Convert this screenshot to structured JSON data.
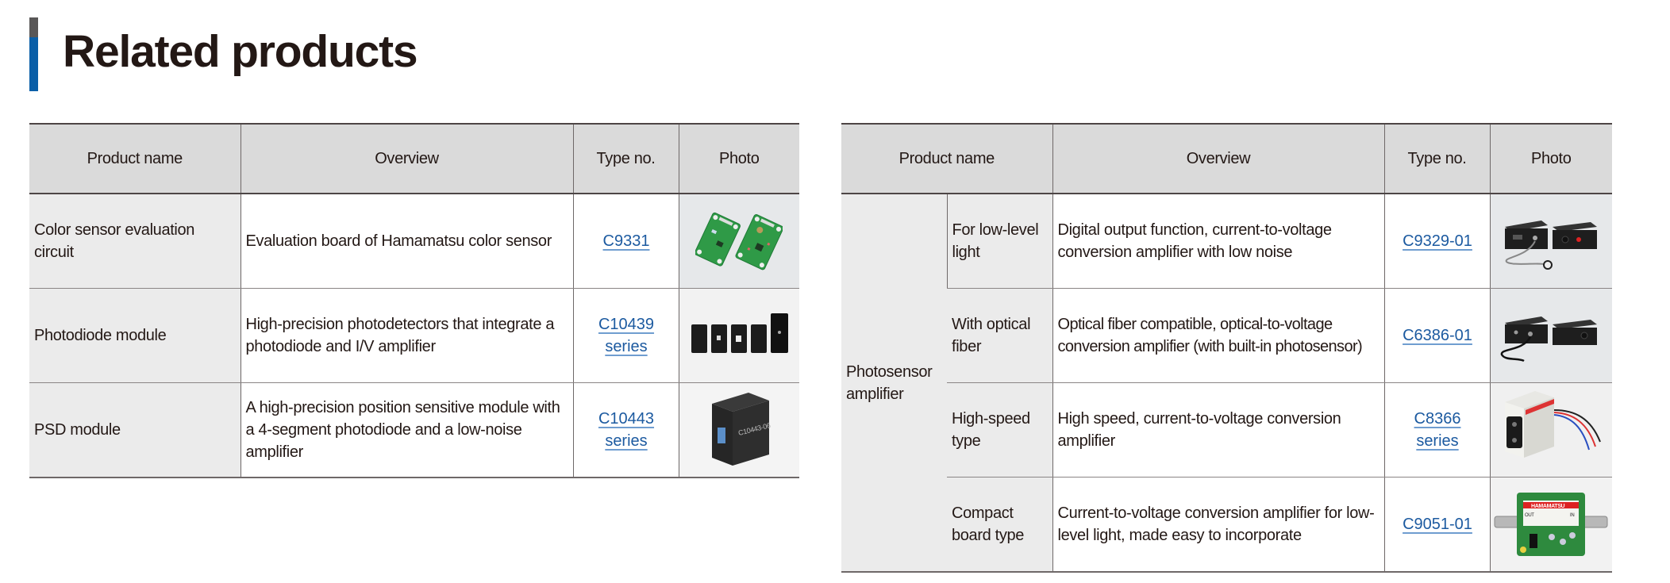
{
  "page": {
    "title": "Related products",
    "accent_colors": {
      "top": "#595757",
      "bottom": "#0a5fa8"
    },
    "link_color": "#1c5aa0"
  },
  "left_table": {
    "headers": [
      "Product name",
      "Overview",
      "Type no.",
      "Photo"
    ],
    "rows": [
      {
        "product_name": "Color sensor evaluation circuit",
        "overview": "Evaluation board of Hamamatsu color sensor",
        "type_no": [
          "C9331"
        ],
        "photo": "color-sensor-evaluation-board-photo"
      },
      {
        "product_name": "Photodiode module",
        "overview": "High-precision photodetectors that integrate a photodiode and I/V amplifier",
        "type_no": [
          "C10439",
          "series"
        ],
        "photo": "photodiode-module-photo"
      },
      {
        "product_name": "PSD module",
        "overview": "A high-precision position sensitive module with a 4-segment photodiode and a low-noise amplifier",
        "type_no": [
          "C10443",
          "series"
        ],
        "photo": "psd-module-photo"
      }
    ]
  },
  "right_table": {
    "headers": [
      "Product name",
      "Overview",
      "Type no.",
      "Photo"
    ],
    "group_name": "Photosensor amplifier",
    "rows": [
      {
        "sub_name": "For low-level light",
        "overview": "Digital output function, current-to-voltage conversion amplifier with low noise",
        "type_no": [
          "C9329-01"
        ],
        "photo": "low-level-light-amplifier-photo"
      },
      {
        "sub_name": "With optical fiber",
        "overview": "Optical fiber compatible, optical-to-voltage conversion amplifier (with built-in photosensor)",
        "type_no": [
          "C6386-01"
        ],
        "photo": "optical-fiber-amplifier-photo"
      },
      {
        "sub_name": "High-speed type",
        "overview": "High speed, current-to-voltage conversion amplifier",
        "type_no": [
          "C8366",
          "series"
        ],
        "photo": "high-speed-amplifier-photo"
      },
      {
        "sub_name": "Compact board type",
        "overview": "Current-to-voltage conversion amplifier for low-level light, made easy to incorporate",
        "type_no": [
          "C9051-01"
        ],
        "photo": "compact-board-amplifier-photo"
      }
    ]
  }
}
